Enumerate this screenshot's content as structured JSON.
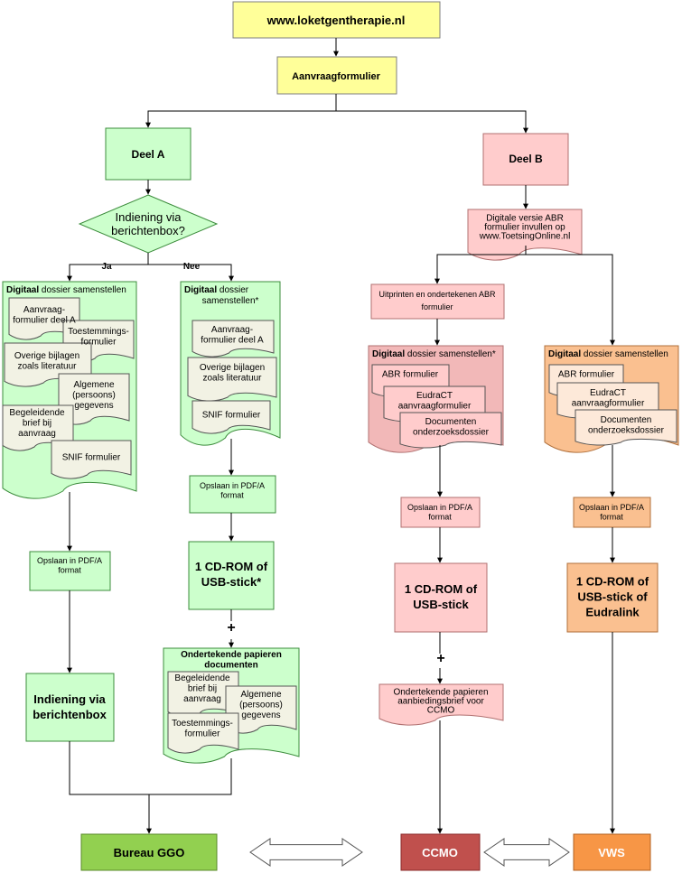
{
  "header": {
    "website": "www.loketgentherapie.nl",
    "form": "Aanvraagformulier"
  },
  "deel_a": {
    "title": "Deel A",
    "decision": [
      "Indiening via",
      "berichtenbox?"
    ],
    "yes": "Ja",
    "no": "Nee",
    "left": {
      "dossier_bold": "Digitaal",
      "dossier_rest": " dossier samenstellen",
      "docs": {
        "aanvraag": [
          "Aanvraag-",
          "formulier deel A"
        ],
        "toestemming": [
          "Toestemmings-",
          "formulier"
        ],
        "overige": [
          "Overige bijlagen",
          "zoals literatuur"
        ],
        "algemene": [
          "Algemene",
          "(persoons)",
          "gegevens"
        ],
        "begeleidende": [
          "Begeleidende",
          "brief bij",
          "aanvraag"
        ],
        "snif": [
          "SNIF formulier"
        ]
      },
      "opslaan": [
        "Opslaan in PDF/A",
        "format"
      ],
      "indiening": [
        "Indiening via",
        "berichtenbox"
      ]
    },
    "right": {
      "dossier_bold": "Digitaal",
      "dossier_rest": " dossier",
      "dossier_line2": "samenstellen*",
      "docs": {
        "aanvraag": [
          "Aanvraag-",
          "formulier deel A"
        ],
        "overige": [
          "Overige bijlagen",
          "zoals literatuur"
        ],
        "snif": [
          "SNIF formulier"
        ]
      },
      "opslaan": [
        "Opslaan in PDF/A",
        "format"
      ],
      "cdrom": [
        "1 CD-ROM of",
        "USB-stick*"
      ],
      "plus": "+",
      "papier_title": [
        "Ondertekende papieren",
        "documenten"
      ],
      "papier_docs": {
        "begeleidende": [
          "Begeleidende",
          "brief bij",
          "aanvraag"
        ],
        "algemene": [
          "Algemene",
          "(persoons)",
          "gegevens"
        ],
        "toestemming": [
          "Toestemmings-",
          "formulier"
        ]
      }
    }
  },
  "deel_b": {
    "title": "Deel B",
    "digital_version": [
      "Digitale versie ABR",
      "formulier invullen op",
      "www.ToetsingOnline.nl"
    ],
    "uitprinten": [
      "Uitprinten en ondertekenen ABR",
      "formulier"
    ],
    "ccmo_branch": {
      "dossier_bold": "Digitaal",
      "dossier_rest": " dossier samenstellen*",
      "docs": {
        "abr": [
          "ABR formulier"
        ],
        "eudract": [
          "EudraCT",
          "aanvraagformulier"
        ],
        "documenten": [
          "Documenten",
          "onderzoeksdossier"
        ]
      },
      "opslaan": [
        "Opslaan in PDF/A",
        "format"
      ],
      "cdrom": [
        "1 CD-ROM of",
        "USB-stick"
      ],
      "plus": "+",
      "papier": [
        "Ondertekende papieren",
        "aanbiedingsbrief voor",
        "CCMO"
      ]
    },
    "vws_branch": {
      "dossier_bold": "Digitaal",
      "dossier_rest": " dossier samenstellen",
      "docs": {
        "abr": [
          "ABR formulier"
        ],
        "eudract": [
          "EudraCT",
          "aanvraagformulier"
        ],
        "documenten": [
          "Documenten",
          "onderzoeksdossier"
        ]
      },
      "opslaan": [
        "Opslaan in PDF/A",
        "format"
      ],
      "cdrom": [
        "1 CD-ROM of",
        "USB-stick of",
        "Eudralink"
      ]
    }
  },
  "destinations": {
    "bureau": "Bureau GGO",
    "ccmo": "CCMO",
    "vws": "VWS"
  },
  "colors": {
    "yellow": "#FFFF99",
    "green": "#CCFFCC",
    "green_stroke": "#3C8C3C",
    "pink": "#FFCCCC",
    "pink_mid": "#F2B8B8",
    "orange": "#FAC090",
    "orange_light": "#FDE9D9",
    "doc_fill": "#F2F2E4",
    "bureau": "#92D050",
    "ccmo": "#C0504D",
    "vws": "#F79646"
  }
}
